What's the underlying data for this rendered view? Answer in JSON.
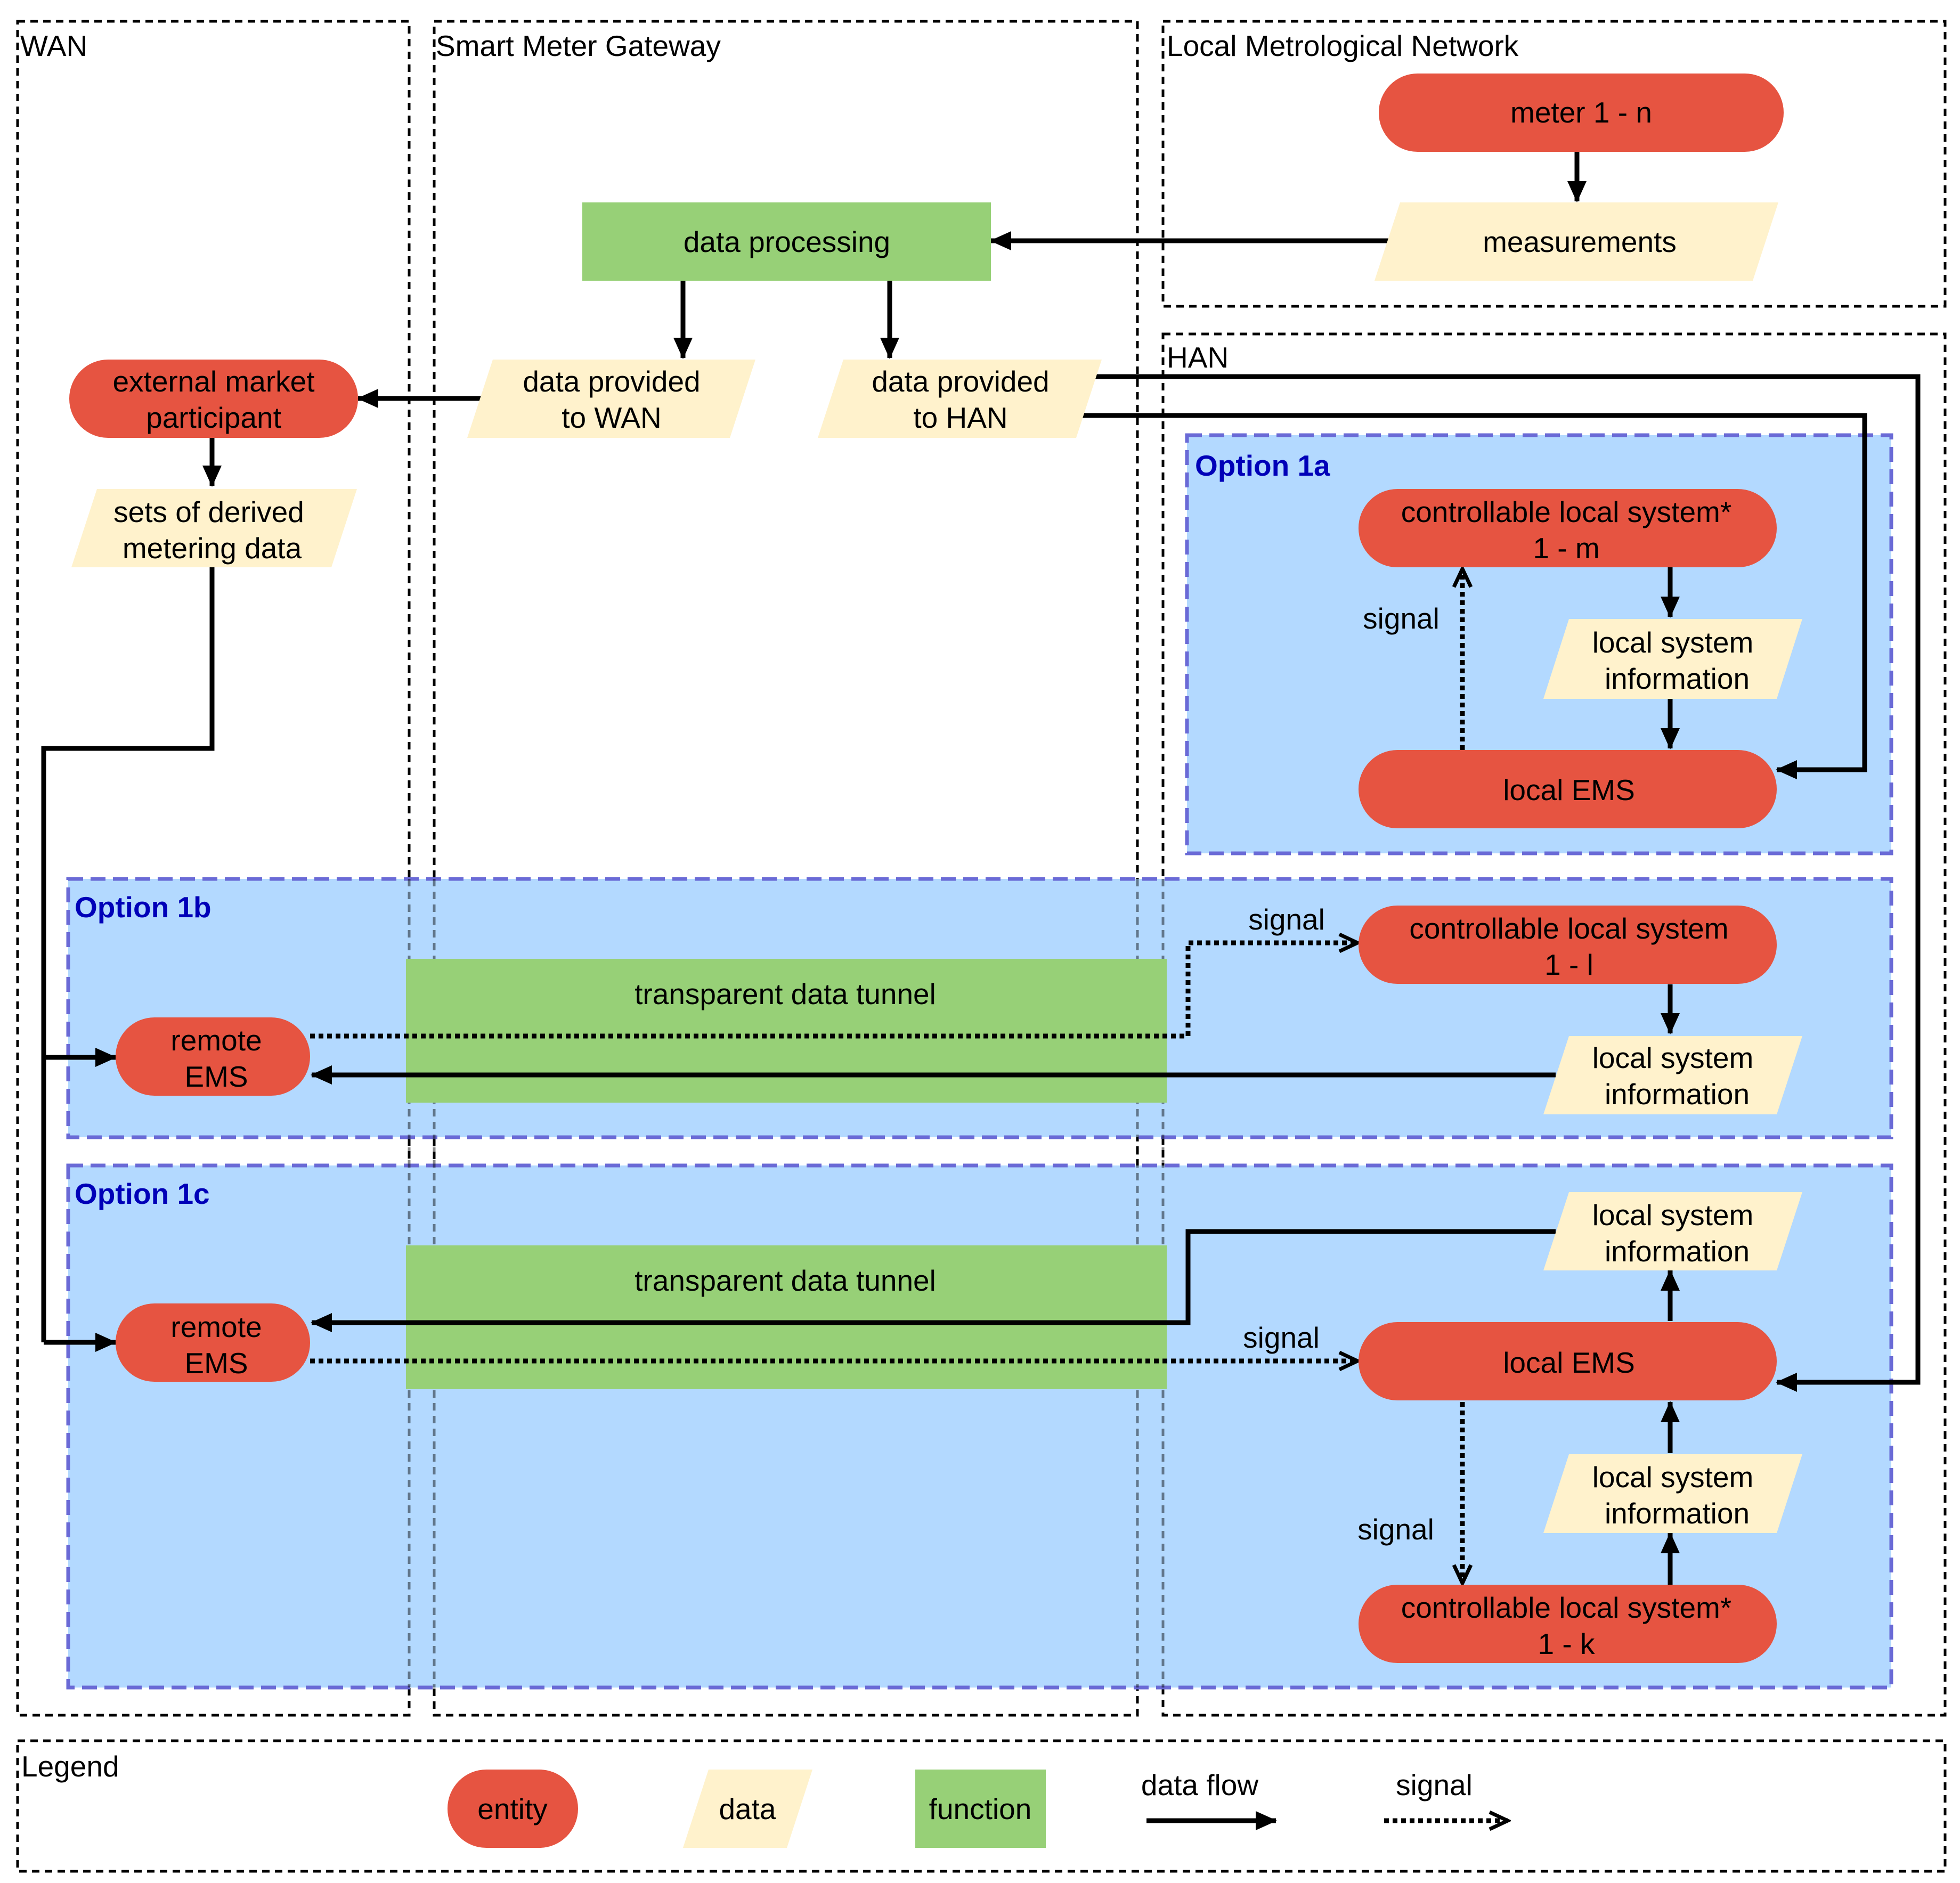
{
  "zones": {
    "wan": "WAN",
    "gateway": "Smart Meter Gateway",
    "lmn": "Local Metrological Network",
    "han": "HAN",
    "legend": "Legend"
  },
  "options": {
    "o1a": "Option 1a",
    "o1b": "Option 1b",
    "o1c": "Option 1c"
  },
  "nodes": {
    "meter": "meter 1 - n",
    "measurements": "measurements",
    "data_processing": "data processing",
    "data_wan": [
      "data provided",
      "to WAN"
    ],
    "data_han": [
      "data provided",
      "to HAN"
    ],
    "ext_market": [
      "external market",
      "participant"
    ],
    "derived": [
      "sets of derived",
      "metering data"
    ],
    "cls_1a": [
      "controllable local system*",
      "1 - m"
    ],
    "lsi_1a": [
      "local system",
      "information"
    ],
    "ems_1a": "local EMS",
    "cls_1b": [
      "controllable local system",
      "1 - l"
    ],
    "lsi_1b": [
      "local system",
      "information"
    ],
    "remote_1b": [
      "remote",
      "EMS"
    ],
    "tunnel_1b": "transparent data tunnel",
    "lsi_1c_top": [
      "local system",
      "information"
    ],
    "ems_1c": "local EMS",
    "lsi_1c_mid": [
      "local system",
      "information"
    ],
    "cls_1c": [
      "controllable local system*",
      "1 - k"
    ],
    "remote_1c": [
      "remote",
      "EMS"
    ],
    "tunnel_1c": "transparent data tunnel"
  },
  "signal_labels": {
    "s1a": "signal",
    "s1b": "signal",
    "s1c_top": "signal",
    "s1c_bottom": "signal"
  },
  "legend": {
    "entity": "entity",
    "data": "data",
    "function": "function",
    "data_flow": "data flow",
    "signal": "signal"
  },
  "colors": {
    "entity": "#e65441",
    "data": "#fff2cc",
    "function": "#97d077",
    "option_fill": "#b3d9ff",
    "option_border": "#6a6ad6",
    "option_title": "#0000b8"
  }
}
